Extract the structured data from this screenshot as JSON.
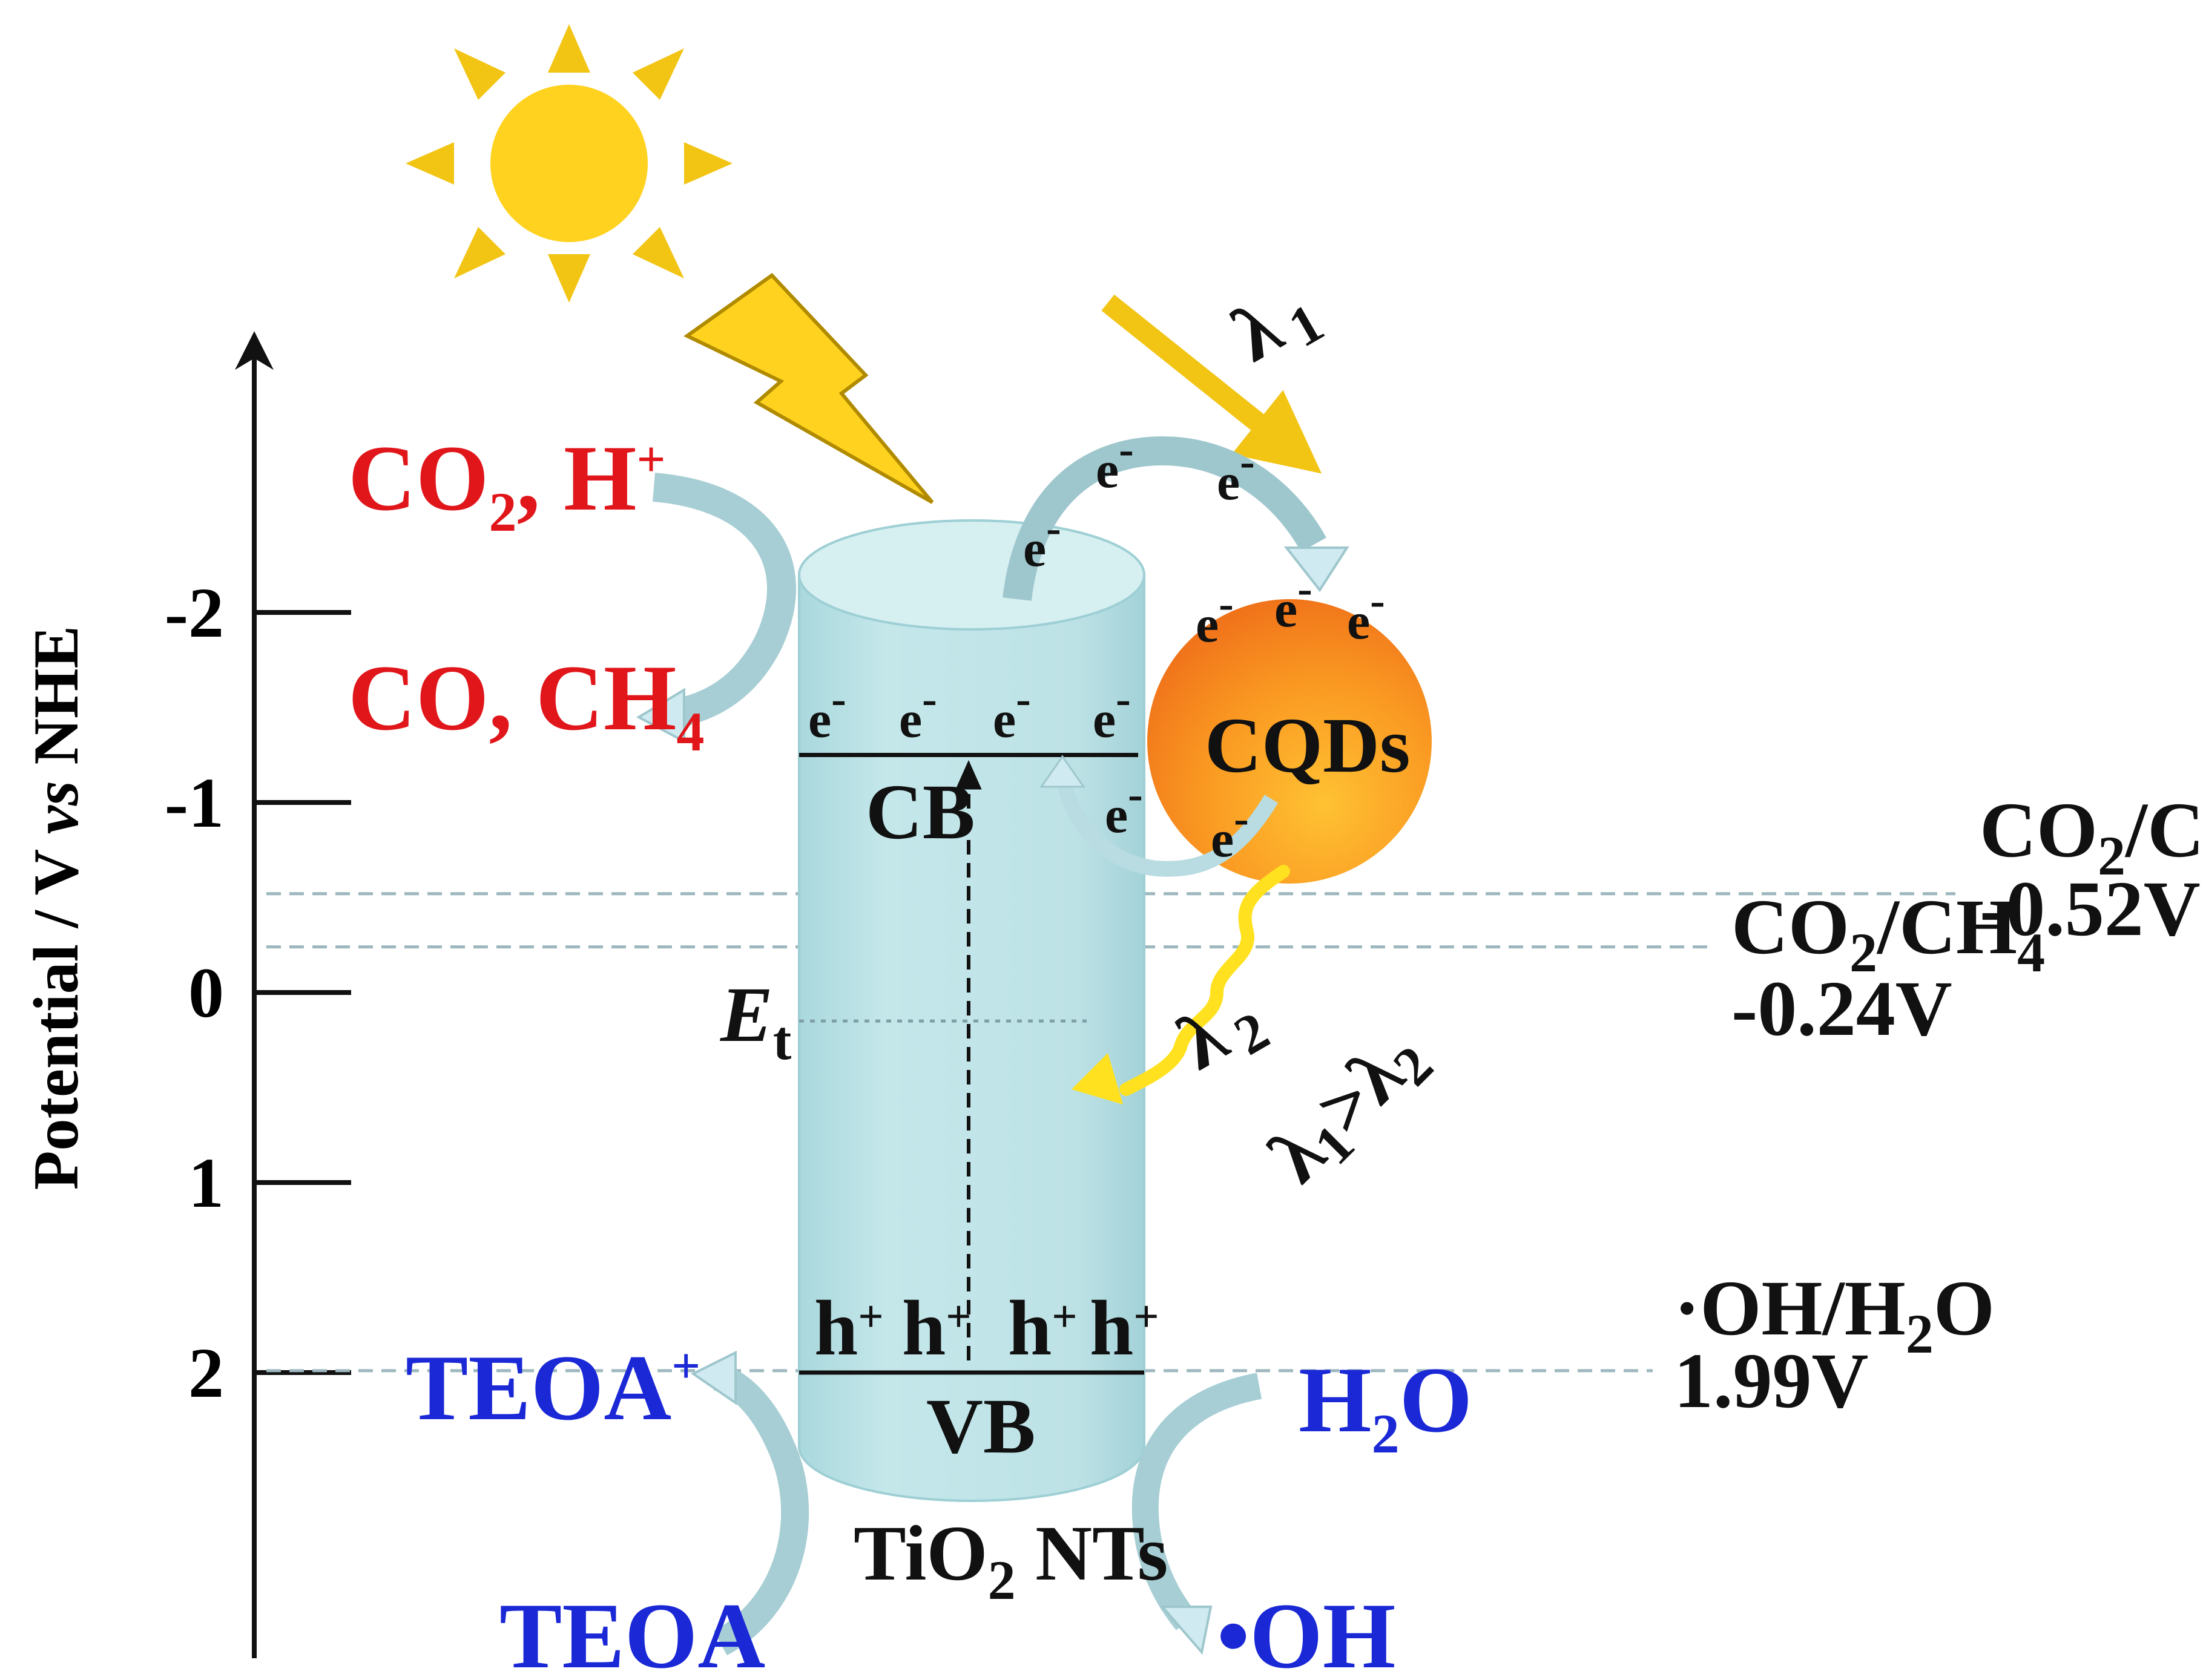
{
  "colors": {
    "sun": "#FFD21F",
    "sun_ray": "#F2C414",
    "bolt": "#FFD21F",
    "bolt_stroke": "#B08B00",
    "tube": "#BFE3E6",
    "tube_top": "#D6EFF1",
    "tube_edge": "#9DCFD4",
    "cqd_light": "#FFC233",
    "cqd_dark": "#F27A1A",
    "red_text": "#E0161B",
    "blue_text": "#1A28D6",
    "black": "#111111",
    "dash": "#9DB7BE",
    "arrow_fill": "#9EC7CD",
    "arrow_light": "#CFEAF0",
    "photon": "#FFE11F"
  },
  "icons": [
    "sun-icon",
    "lightning-bolt-icon"
  ],
  "axis": {
    "label_main": "Potential / V ",
    "label_vs": "vs",
    "label_end": " NHE",
    "ticks": [
      {
        "label": "-2",
        "value": -2
      },
      {
        "label": "-1",
        "value": -1
      },
      {
        "label": "0",
        "value": 0
      },
      {
        "label": "1",
        "value": 1
      },
      {
        "label": "2",
        "value": 2
      }
    ]
  },
  "levels": {
    "cb": -1.25,
    "vb": 2.0,
    "et": 0.15,
    "co2_co": -0.52,
    "co2_ch4": -0.24,
    "oh_h2o": 1.99
  },
  "labels": {
    "co2_h": {
      "main": "CO",
      "sub": "2",
      "rest": ", H",
      "sup": "+"
    },
    "co_ch4": {
      "main": "CO, CH",
      "sub": "4"
    },
    "cb": "CB",
    "vb": "VB",
    "et": {
      "main": "E",
      "sub": "t"
    },
    "tio2": {
      "main": "TiO",
      "sub": "2",
      "rest": " NTs"
    },
    "cqds": "CQDs",
    "teoa_plus": {
      "main": "TEOA",
      "sup": "+"
    },
    "teoa": "TEOA",
    "h2o": {
      "main": "H",
      "sub": "2",
      "rest": "O"
    },
    "oh": "•OH",
    "electron": {
      "main": "e",
      "sup": "-"
    },
    "hole": {
      "main": "h",
      "sup": "+"
    },
    "lambda1": {
      "main": "λ",
      "sub": "1"
    },
    "lambda2": {
      "main": "λ",
      "sub": "2"
    },
    "lambda_cmp": {
      "a": "λ",
      "a_sub": "1",
      "op": ">",
      "b": "λ",
      "b_sub": "2"
    },
    "co2_co": {
      "main": "CO",
      "sub": "2",
      "rest": "/CO",
      "value": "-0.52V"
    },
    "co2_ch4": {
      "main": "CO",
      "sub": "2",
      "rest": "/CH",
      "sub2": "4",
      "value": "-0.24V"
    },
    "oh_h2o": {
      "pre": "·OH/H",
      "sub": "2",
      "rest": "O",
      "value": "1.99V"
    }
  }
}
